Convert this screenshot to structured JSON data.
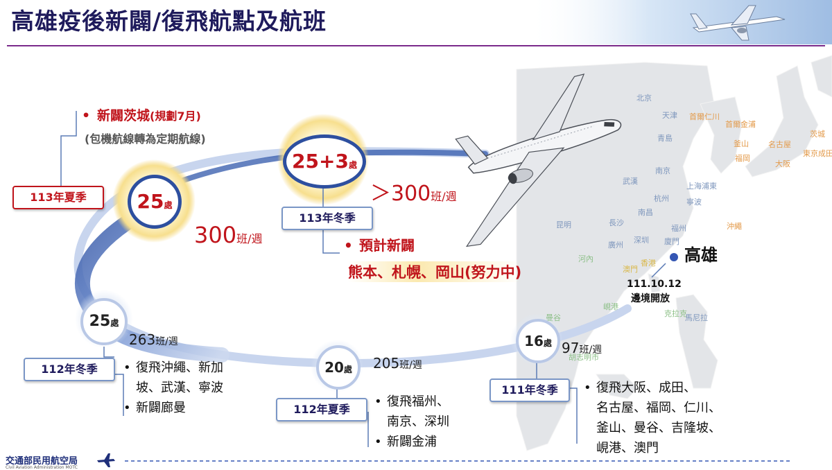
{
  "title": "高雄疫後新闢/復飛航點及航班",
  "footer": {
    "agency": "交通部民用航空局",
    "agency_en": "Civil Aviation Administration MOTC"
  },
  "origin": {
    "name": "高雄",
    "note_date": "111.10.12",
    "note_text": "邊境開放"
  },
  "unit_points": "處",
  "seasons": [
    {
      "label": "111年冬季",
      "points": "16",
      "rate_value": "97",
      "rate_unit": "班/週",
      "bullets": [
        "復飛大阪、成田、",
        "名古屋、福岡、仁川、",
        "釜山、曼谷、吉隆坡、",
        "峴港、澳門"
      ]
    },
    {
      "label": "112年夏季",
      "points": "20",
      "rate_value": "205",
      "rate_unit": "班/週",
      "bullets": [
        "復飛福州、",
        "南京、深圳",
        "新闢金浦"
      ]
    },
    {
      "label": "112年冬季",
      "points": "25",
      "rate_value": "263",
      "rate_unit": "班/週",
      "bullets": [
        "復飛沖繩、新加",
        "坡、武漢、寧波",
        "新闢廊曼"
      ]
    },
    {
      "label": "113年夏季",
      "points": "25",
      "rate_value": "300",
      "rate_unit": "班/週",
      "bullets": [
        "新闢茨城",
        "(規劃7月)",
        "(包機航線轉為定期航線)"
      ]
    },
    {
      "label": "113年冬季",
      "points": "25+3",
      "rate_value": "＞300",
      "rate_unit": "班/週",
      "bullets": [
        "預計新闢",
        "熊本、札幌、岡山(努力中)"
      ]
    }
  ],
  "map_labels": {
    "blue": [
      "北京",
      "天津",
      "青島",
      "南京",
      "上海浦東",
      "杭州",
      "寧波",
      "武漢",
      "長沙",
      "南昌",
      "福州",
      "廈門",
      "深圳",
      "廣州",
      "昆明",
      "河內",
      "峴港",
      "克拉克",
      "馬尼拉",
      "胡志明市",
      "曼谷"
    ],
    "orange": [
      "首爾仁川",
      "首爾金浦",
      "釜山",
      "福岡",
      "名古屋",
      "大阪",
      "茨城",
      "東京成田",
      "沖繩"
    ],
    "yellow": [
      "澳門",
      "香港"
    ]
  },
  "colors": {
    "title": "#1f1b5c",
    "accent_red": "#c0141b",
    "navy": "#1f1b5c",
    "route_blue": "#4a6db5",
    "halo": "#f5d77a"
  }
}
